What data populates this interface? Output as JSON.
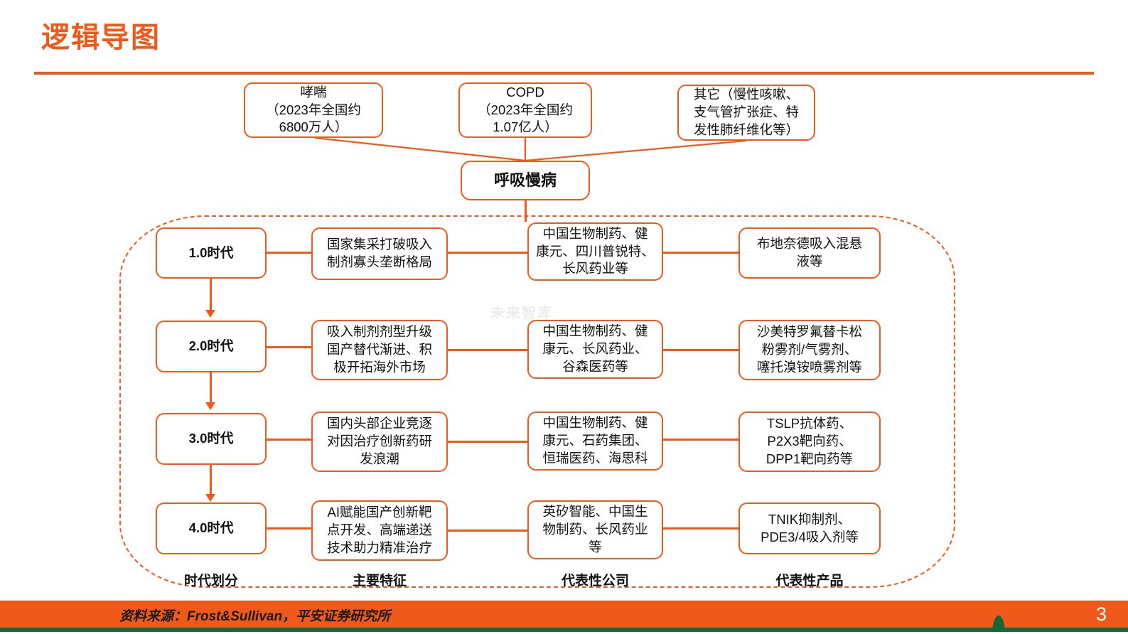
{
  "header": {
    "title": "逻辑导图",
    "accent_color": "#EF5A1A"
  },
  "top_nodes": [
    {
      "id": "asthma",
      "label": "哮喘\n（2023年全国约\n6800万人）"
    },
    {
      "id": "copd",
      "label": "COPD\n（2023年全国约\n1.07亿人）"
    },
    {
      "id": "other",
      "label": "其它（慢性咳嗽、\n支气管扩张症、特\n发性肺纤维化等）"
    }
  ],
  "central_node": {
    "label": "呼吸慢病"
  },
  "columns": [
    {
      "key": "era",
      "header": "时代划分"
    },
    {
      "key": "feature",
      "header": "主要特征"
    },
    {
      "key": "company",
      "header": "代表性公司"
    },
    {
      "key": "product",
      "header": "代表性产品"
    }
  ],
  "rows": [
    {
      "era": "1.0时代",
      "feature": "国家集采打破吸入\n制剂寡头垄断格局",
      "company": "中国生物制药、健\n康元、四川普锐特、\n长风药业等",
      "product": "布地奈德吸入混悬\n液等"
    },
    {
      "era": "2.0时代",
      "feature": "吸入制剂剂型升级\n国产替代渐进、积\n极开拓海外市场",
      "company": "中国生物制药、健\n康元、长风药业、\n谷森医药等",
      "product": "沙美特罗氟替卡松\n粉雾剂/气雾剂、\n噻托溴铵喷雾剂等"
    },
    {
      "era": "3.0时代",
      "feature": "国内头部企业竞逐\n对因治疗创新药研\n发浪潮",
      "company": "中国生物制药、健\n康元、石药集团、\n恒瑞医药、海思科",
      "product": "TSLP抗体药、\nP2X3靶向药、\nDPP1靶向药等"
    },
    {
      "era": "4.0时代",
      "feature": "AI赋能国产创新靶\n点开发、高端递送\n技术助力精准治疗",
      "company": "英矽智能、中国生\n物制药、长风药业\n等",
      "product": "TNIK抑制剂、\nPDE3/4吸入剂等"
    }
  ],
  "watermark": {
    "text": "未来智库"
  },
  "footer": {
    "source": "资料来源：Frost&Sullivan，平安证券研究所",
    "page_number": "3",
    "bar_color": "#EF5A1A",
    "underline_color": "#16673A"
  }
}
